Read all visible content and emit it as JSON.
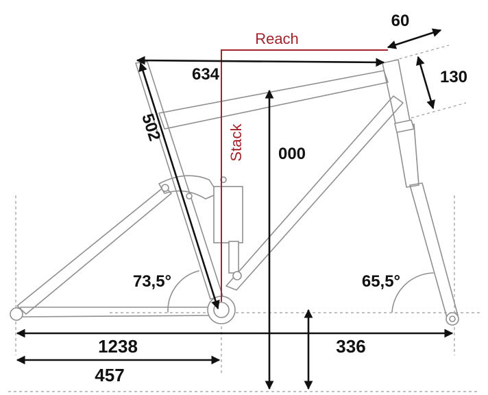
{
  "labels": {
    "reach": "Reach",
    "stack": "Stack",
    "top_tube": "634",
    "seat_tube": "502",
    "stem": "60",
    "head_tube": "130",
    "stack_value": "000",
    "seat_angle": "73,5°",
    "head_angle": "65,5°",
    "wheelbase": "1238",
    "chainstay": "457",
    "front_center": "336"
  },
  "colors": {
    "accent": "#a3222b",
    "frame": "#8f8f8f",
    "dimension": "#111111"
  }
}
